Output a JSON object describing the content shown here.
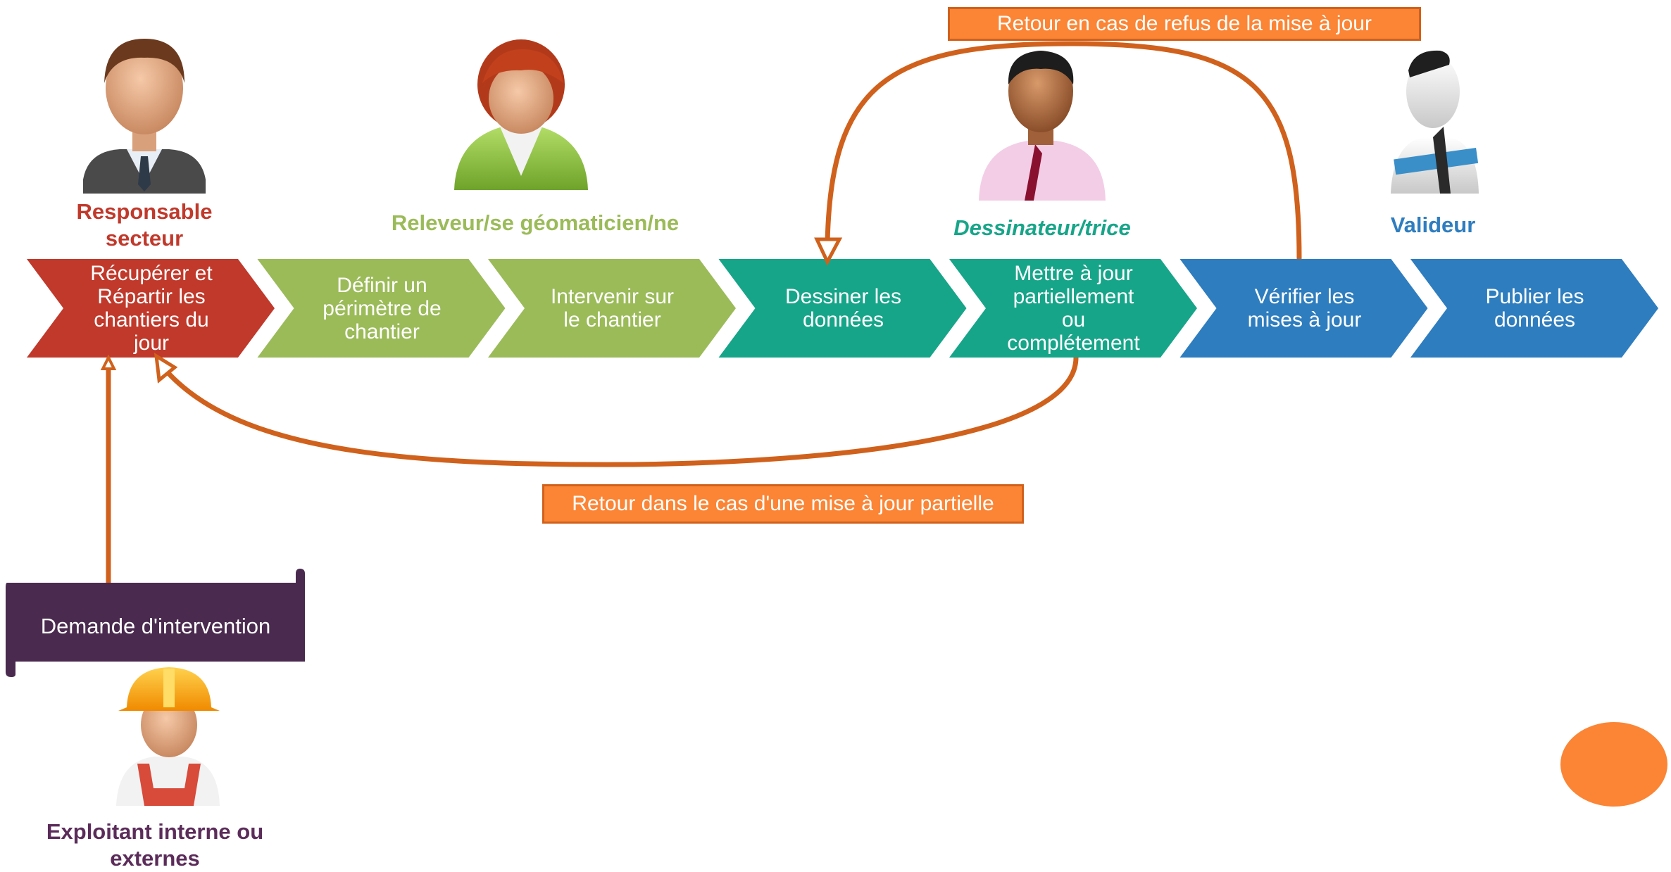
{
  "roles": [
    {
      "id": "responsable",
      "label": "Responsable\nsecteur",
      "color": "#c0392b",
      "icon": "businessman-icon"
    },
    {
      "id": "releveur",
      "label": "Releveur/se géomaticien/ne",
      "color": "#9bbb59",
      "icon": "woman-green-icon"
    },
    {
      "id": "dessinateur",
      "label": "Dessinateur/trice",
      "color": "#17a589",
      "icon": "man-pink-shirt-icon"
    },
    {
      "id": "valideur",
      "label": "Valideur",
      "color": "#2e7dbf",
      "icon": "validator-icon"
    },
    {
      "id": "exploitant",
      "label": "Exploitant interne ou\nexternes",
      "color": "#5b2c5a",
      "icon": "worker-helmet-icon"
    }
  ],
  "steps": [
    {
      "label": "Récupérer et\nRépartir les\nchantiers du\njour",
      "color": "#c0392b"
    },
    {
      "label": "Définir un\npérimètre de\nchantier",
      "color": "#9bbb59"
    },
    {
      "label": "Intervenir sur\nle chantier",
      "color": "#9bbb59"
    },
    {
      "label": "Dessiner les\ndonnées",
      "color": "#17a589"
    },
    {
      "label": "Mettre à jour\npartiellement\nou\ncomplétement",
      "color": "#17a589"
    },
    {
      "label": "Vérifier les\nmises à jour",
      "color": "#2e7dbf"
    },
    {
      "label": "Publier les\ndonnées",
      "color": "#2e7dbf"
    }
  ],
  "callouts": {
    "refus": "Retour en cas de refus de la mise à jour",
    "partielle": "Retour dans le cas d'une mise à jour partielle"
  },
  "demande": {
    "label": "Demande d'intervention",
    "color": "#4a2a4f"
  },
  "accent": "#fb8535",
  "arrow_color": "#d0611c"
}
